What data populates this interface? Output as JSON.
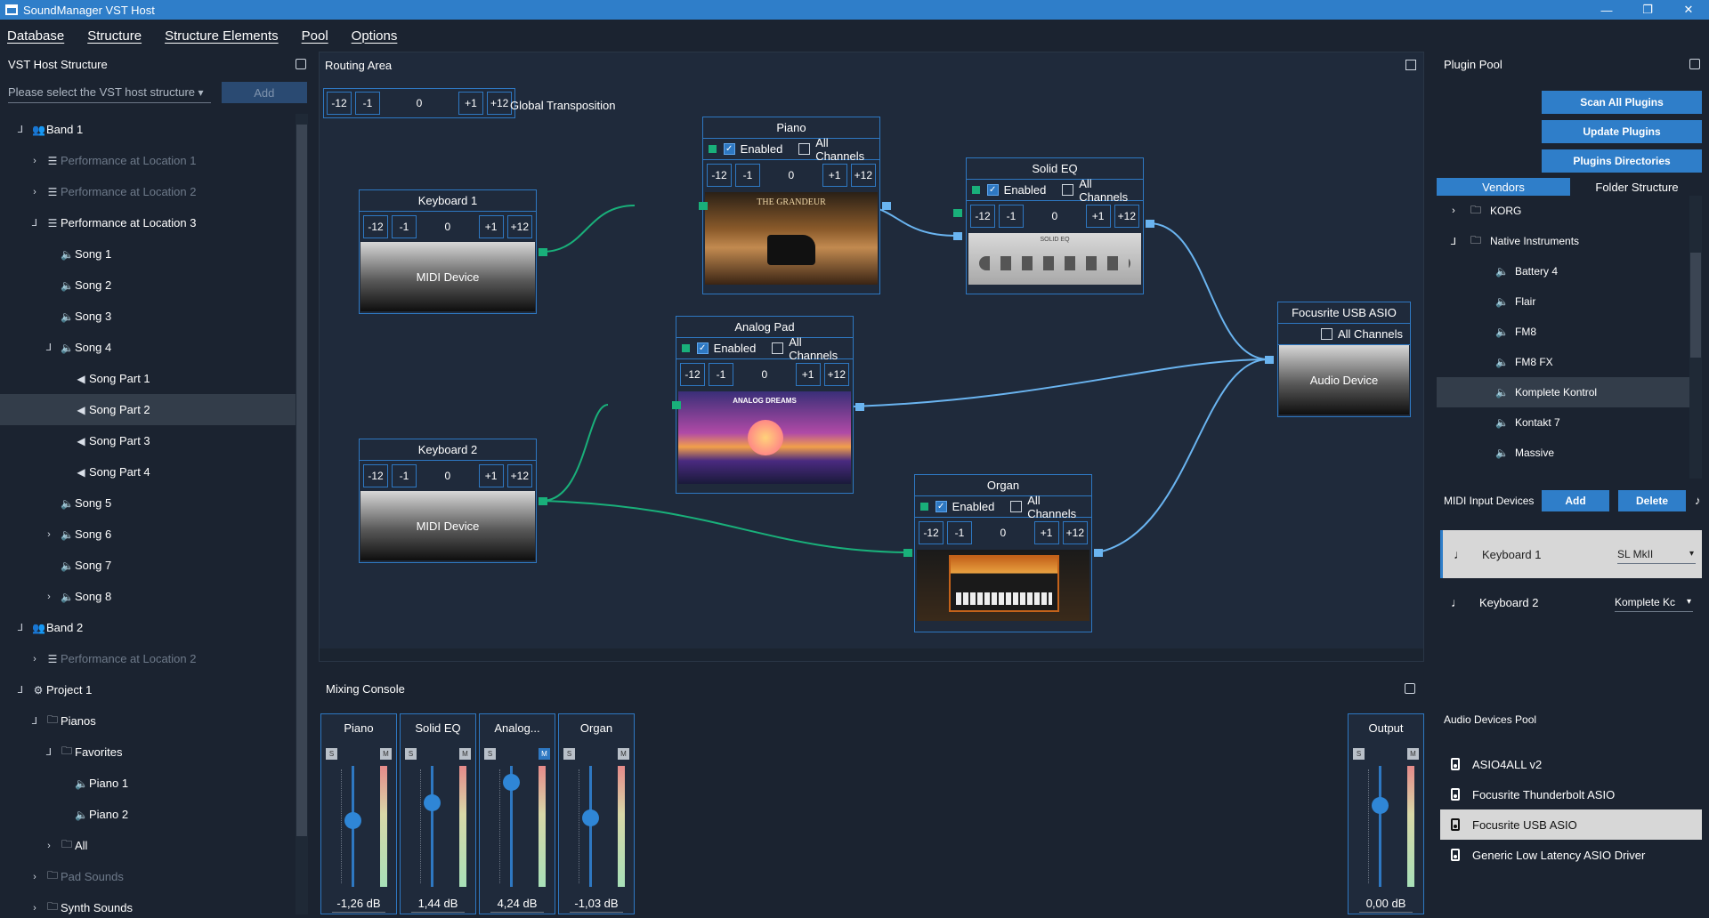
{
  "window": {
    "title": "SoundManager VST Host",
    "min": "—",
    "max": "❐",
    "close": "✕"
  },
  "menu": [
    "Database",
    "Structure",
    "Structure Elements",
    "Pool",
    "Options"
  ],
  "left": {
    "header": "VST Host Structure",
    "placeholder": "Please select the VST host structure",
    "add_label": "Add",
    "tree": [
      {
        "indent": 0,
        "exp": "⅃",
        "icon": "band",
        "label": "Band 1"
      },
      {
        "indent": 1,
        "exp": "›",
        "icon": "list",
        "label": "Performance at Location 1",
        "dim": true
      },
      {
        "indent": 1,
        "exp": "›",
        "icon": "list",
        "label": "Performance at Location 2",
        "dim": true
      },
      {
        "indent": 1,
        "exp": "⅃",
        "icon": "list",
        "label": "Performance at Location 3"
      },
      {
        "indent": 2,
        "exp": "",
        "icon": "speaker",
        "label": "Song 1"
      },
      {
        "indent": 2,
        "exp": "",
        "icon": "speaker",
        "label": "Song 2"
      },
      {
        "indent": 2,
        "exp": "",
        "icon": "speaker",
        "label": "Song 3"
      },
      {
        "indent": 2,
        "exp": "⅃",
        "icon": "speaker",
        "label": "Song 4"
      },
      {
        "indent": 3,
        "exp": "",
        "icon": "speaker-small",
        "label": "Song Part 1"
      },
      {
        "indent": 3,
        "exp": "",
        "icon": "speaker-small",
        "label": "Song Part 2",
        "selected": true
      },
      {
        "indent": 3,
        "exp": "",
        "icon": "speaker-small",
        "label": "Song Part 3"
      },
      {
        "indent": 3,
        "exp": "",
        "icon": "speaker-small",
        "label": "Song Part 4"
      },
      {
        "indent": 2,
        "exp": "",
        "icon": "speaker",
        "label": "Song 5"
      },
      {
        "indent": 2,
        "exp": "›",
        "icon": "speaker",
        "label": "Song 6"
      },
      {
        "indent": 2,
        "exp": "",
        "icon": "speaker",
        "label": "Song 7"
      },
      {
        "indent": 2,
        "exp": "›",
        "icon": "speaker",
        "label": "Song 8"
      },
      {
        "indent": 0,
        "exp": "⅃",
        "icon": "band",
        "label": "Band 2"
      },
      {
        "indent": 1,
        "exp": "›",
        "icon": "list",
        "label": "Performance at Location 2",
        "dim": true
      },
      {
        "indent": 0,
        "exp": "⅃",
        "icon": "project",
        "label": "Project 1"
      },
      {
        "indent": 1,
        "exp": "⅃",
        "icon": "folder",
        "label": "Pianos"
      },
      {
        "indent": 2,
        "exp": "⅃",
        "icon": "folder",
        "label": "Favorites"
      },
      {
        "indent": 3,
        "exp": "",
        "icon": "speaker",
        "label": "Piano 1"
      },
      {
        "indent": 3,
        "exp": "",
        "icon": "speaker",
        "label": "Piano 2"
      },
      {
        "indent": 2,
        "exp": "›",
        "icon": "folder",
        "label": "All"
      },
      {
        "indent": 1,
        "exp": "›",
        "icon": "folder",
        "label": "Pad Sounds",
        "dim": true
      },
      {
        "indent": 1,
        "exp": "›",
        "icon": "folder",
        "label": "Synth Sounds"
      }
    ]
  },
  "routing": {
    "header": "Routing Area",
    "global": {
      "m12": "-12",
      "m1": "-1",
      "val": "0",
      "p1": "+1",
      "p12": "+12",
      "label": "Global Transposition"
    },
    "nodes": {
      "keyboard1": {
        "title": "Keyboard 1",
        "m12": "-12",
        "m1": "-1",
        "val": "0",
        "p1": "+1",
        "p12": "+12",
        "device": "MIDI Device"
      },
      "keyboard2": {
        "title": "Keyboard 2",
        "m12": "-12",
        "m1": "-1",
        "val": "0",
        "p1": "+1",
        "p12": "+12",
        "device": "MIDI Device"
      },
      "piano": {
        "title": "Piano",
        "enabled": "Enabled",
        "all": "All Channels",
        "m12": "-12",
        "m1": "-1",
        "val": "0",
        "p1": "+1",
        "p12": "+12",
        "thumb_label": "THE GRANDEUR"
      },
      "analog": {
        "title": "Analog Pad",
        "enabled": "Enabled",
        "all": "All Channels",
        "m12": "-12",
        "m1": "-1",
        "val": "0",
        "p1": "+1",
        "p12": "+12",
        "thumb_label": "ANALOG DREAMS"
      },
      "solideq": {
        "title": "Solid EQ",
        "enabled": "Enabled",
        "all": "All Channels",
        "m12": "-12",
        "m1": "-1",
        "val": "0",
        "p1": "+1",
        "p12": "+12",
        "thumb_label": "SOLID EQ"
      },
      "organ": {
        "title": "Organ",
        "enabled": "Enabled",
        "all": "All Channels",
        "m12": "-12",
        "m1": "-1",
        "val": "0",
        "p1": "+1",
        "p12": "+12"
      },
      "focusrite": {
        "title": "Focusrite USB ASIO",
        "all": "All Channels",
        "device": "Audio Device"
      }
    }
  },
  "mixing": {
    "header": "Mixing Console",
    "solo": "S",
    "mute": "M",
    "strips": [
      {
        "name": "Piano",
        "db": "-1,26 dB",
        "level": 0.55,
        "muted": false
      },
      {
        "name": "Solid EQ",
        "db": "1,44 dB",
        "level": 0.7,
        "muted": false
      },
      {
        "name": "Analog...",
        "db": "4,24 dB",
        "level": 0.87,
        "muted": true
      },
      {
        "name": "Organ",
        "db": "-1,03 dB",
        "level": 0.57,
        "muted": false
      }
    ],
    "output": {
      "name": "Output",
      "db": "0,00 dB",
      "level": 0.68,
      "muted": false
    }
  },
  "right": {
    "header": "Plugin Pool",
    "scan": "Scan All Plugins",
    "update": "Update Plugins",
    "dirs": "Plugins Directories",
    "tabs": [
      "Vendors",
      "Folder Structure"
    ],
    "plugins": [
      {
        "indent": 0,
        "exp": "›",
        "icon": "folder",
        "label": "KORG"
      },
      {
        "indent": 0,
        "exp": "⅃",
        "icon": "folder",
        "label": "Native Instruments"
      },
      {
        "indent": 1,
        "exp": "",
        "icon": "speaker",
        "label": "Battery 4"
      },
      {
        "indent": 1,
        "exp": "",
        "icon": "speaker",
        "label": "Flair"
      },
      {
        "indent": 1,
        "exp": "",
        "icon": "speaker",
        "label": "FM8"
      },
      {
        "indent": 1,
        "exp": "",
        "icon": "speaker",
        "label": "FM8 FX"
      },
      {
        "indent": 1,
        "exp": "",
        "icon": "speaker",
        "label": "Komplete Kontrol",
        "selected": true
      },
      {
        "indent": 1,
        "exp": "",
        "icon": "speaker",
        "label": "Kontakt 7"
      },
      {
        "indent": 1,
        "exp": "",
        "icon": "speaker",
        "label": "Massive"
      }
    ],
    "midi_header": "MIDI Input Devices",
    "midi_add": "Add",
    "midi_delete": "Delete",
    "midi_devices": [
      {
        "name": "Keyboard 1",
        "port": "SL MkII",
        "selected": true
      },
      {
        "name": "Keyboard 2",
        "port": "Komplete Kc",
        "selected": false
      }
    ],
    "audio_header": "Audio Devices Pool",
    "audio_devices": [
      {
        "name": "ASIO4ALL v2",
        "selected": false
      },
      {
        "name": "Focusrite Thunderbolt ASIO",
        "selected": false
      },
      {
        "name": "Focusrite USB ASIO",
        "selected": true
      },
      {
        "name": "Generic Low Latency ASIO Driver",
        "selected": false
      }
    ]
  },
  "colors": {
    "accent": "#2f7ec9",
    "green": "#19b07a",
    "wire_blue": "#6ab4f0",
    "wire_green": "#19b07a"
  }
}
